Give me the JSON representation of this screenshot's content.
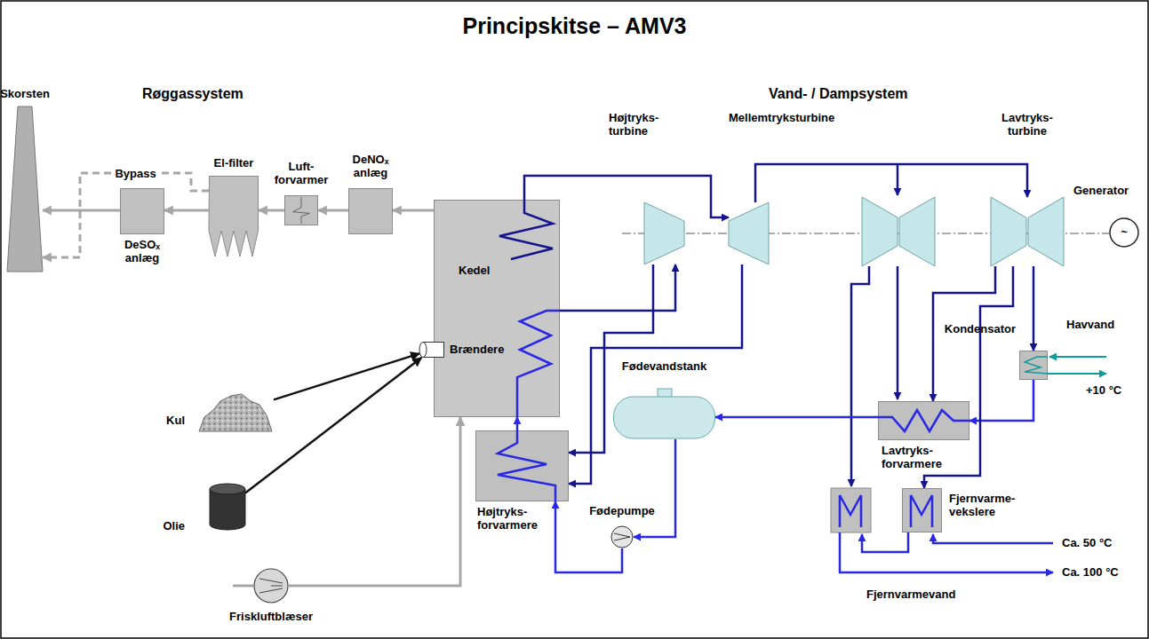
{
  "diagram": {
    "title": "Principskitse – AMV3",
    "nodes": [
      {
        "text": [
          "Skorsten"
        ]
      },
      {
        "text": [
          "DeSOₓ anlæg"
        ]
      },
      {
        "text": [
          "El-filter"
        ]
      },
      {
        "text": [
          "Luft- forvarmer"
        ]
      },
      {
        "text": [
          "DeNOₓ anlæg"
        ]
      },
      {
        "text": [
          "Kedel"
        ]
      },
      {
        "text": [
          "Brændere"
        ],
        "in": 5
      },
      {
        "text": [
          "Kul"
        ]
      },
      {
        "text": [
          "Olie"
        ]
      },
      {
        "text": [
          "Friskluftblæser"
        ]
      },
      {
        "text": [
          "Højtryks- turbine"
        ]
      },
      {
        "text": [
          "Mellemtryksturbine"
        ]
      },
      {
        "text": [
          "Lavtryks- turbine"
        ]
      },
      {
        "text": [
          "Generator",
          "~"
        ]
      },
      {
        "text": [
          "Kondensator"
        ]
      },
      {
        "text": [
          "Fødevandstank"
        ]
      },
      {
        "text": [
          "Fødepumpe"
        ]
      },
      {
        "text": [
          "Højtryks- forvarmere"
        ]
      },
      {
        "text": [
          "Lavtryks- forvarmere"
        ]
      },
      {
        "text": [
          "Fjernvarme- vekslere"
        ]
      }
    ],
    "edges": [
      {
        "from": 5,
        "to": 4,
        "arrow": "to"
      },
      {
        "from": 4,
        "to": 3,
        "arrow": "to"
      },
      {
        "from": 3,
        "to": 2,
        "arrow": "to"
      },
      {
        "from": 2,
        "to": 1,
        "arrow": "to"
      },
      {
        "from": 1,
        "to": 0,
        "arrow": "to"
      },
      {
        "from": 2,
        "to": 0,
        "label": "Bypass",
        "arrow": "to"
      },
      {
        "from": 7,
        "to": 6,
        "arrow": "to"
      },
      {
        "from": 8,
        "to": 6,
        "arrow": "to"
      },
      {
        "from": 9,
        "to": 5,
        "arrow": "to"
      },
      {
        "from": 5,
        "to": 11,
        "arrow": "to"
      },
      {
        "from": 5,
        "to": 10,
        "arrow": "to"
      },
      {
        "from": 11,
        "to": 12,
        "arrow": "to"
      },
      {
        "from": 11,
        "to": 17,
        "arrow": "to"
      },
      {
        "from": 10,
        "to": 17,
        "arrow": "to"
      },
      {
        "from": 17,
        "to": 5,
        "arrow": "to"
      },
      {
        "from": 16,
        "to": 17,
        "arrow": "to"
      },
      {
        "from": 15,
        "to": 16,
        "arrow": "to"
      },
      {
        "from": 18,
        "to": 15,
        "arrow": "to"
      },
      {
        "from": 14,
        "to": 18,
        "arrow": "to"
      },
      {
        "from": 12,
        "to": 14,
        "arrow": "to"
      },
      {
        "from": 12,
        "to": 18,
        "arrow": "to"
      },
      {
        "from": 12,
        "to": 19,
        "arrow": "to"
      }
    ],
    "labels": [
      "Røggassystem",
      "Vand- / Dampsystem",
      "Havvand",
      "+10 °C",
      "Ca. 50 °C",
      "Ca. 100 °C",
      "Fjernvarmevand"
    ]
  }
}
